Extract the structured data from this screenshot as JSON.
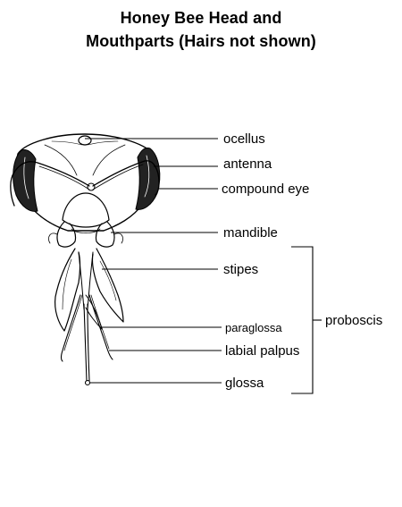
{
  "title": {
    "line1": "Honey Bee Head and",
    "line2": "Mouthparts  (Hairs not shown)"
  },
  "labels": {
    "ocellus": "ocellus",
    "antenna": "antenna",
    "compound_eye": "compound eye",
    "mandible": "mandible",
    "stipes": "stipes",
    "paraglossa": "paraglossa",
    "labial_palpus": "labial palpus",
    "glossa": "glossa",
    "proboscis": "proboscis"
  },
  "colors": {
    "ink": "#000000",
    "background": "#ffffff"
  }
}
